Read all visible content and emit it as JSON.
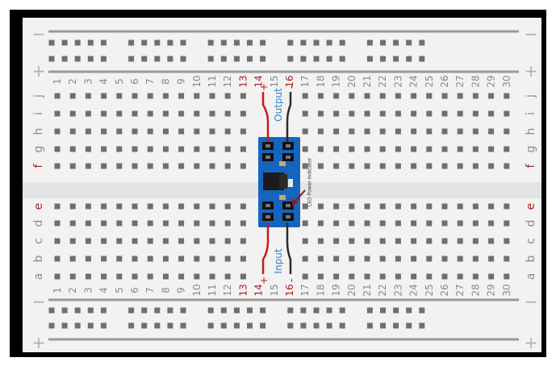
{
  "breadboard": {
    "columns": [
      "1",
      "2",
      "3",
      "4",
      "5",
      "6",
      "7",
      "8",
      "9",
      "10",
      "11",
      "12",
      "13",
      "14",
      "15",
      "16",
      "17",
      "18",
      "19",
      "20",
      "21",
      "22",
      "23",
      "24",
      "25",
      "26",
      "27",
      "28",
      "29",
      "30"
    ],
    "rows_top": [
      "j",
      "i",
      "h",
      "g",
      "f"
    ],
    "rows_bottom": [
      "e",
      "d",
      "c",
      "b",
      "a"
    ],
    "rail_plus": "+",
    "rail_minus": "−",
    "highlight_columns": [
      "13",
      "14",
      "16"
    ],
    "colors": {
      "frame": "#000000",
      "board": "#f2f2f2",
      "hole": "#6f6f6f",
      "label": "#8a8a8a",
      "red_label": "#b22222",
      "rail_line": "#999999"
    }
  },
  "module": {
    "output_label": "Output",
    "input_label": "Input",
    "plus": "+",
    "minus": "-",
    "led_label": "LED Power Indicator",
    "colors": {
      "pcb": "#1565c0",
      "text_blue": "#2f86d6",
      "wire_red": "#d01818",
      "wire_black": "#2b2b2b"
    }
  }
}
